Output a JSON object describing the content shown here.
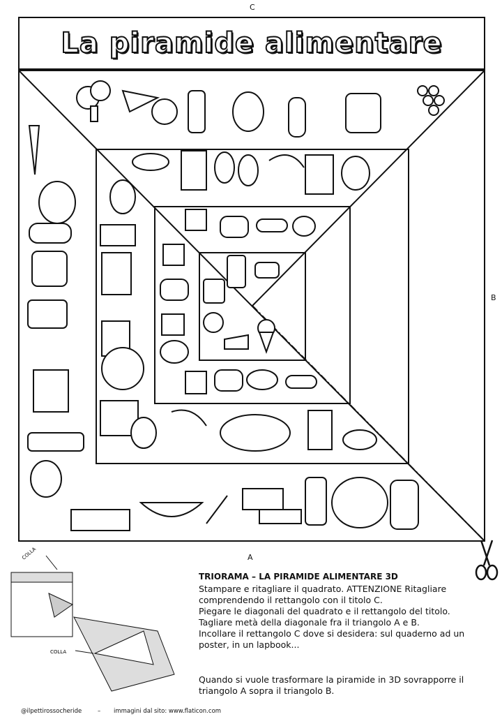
{
  "labels": {
    "top": "C",
    "right": "B",
    "bottom": "A"
  },
  "title": "La piramide alimentare",
  "instructions": {
    "heading": "TRIORAMA – LA PIRAMIDE ALIMENTARE 3D",
    "lines": [
      "Stampare e ritagliare il quadrato. ATTENZIONE Ritagliare",
      "comprendendo il rettangolo con il titolo C.",
      "Piegare le diagonali del quadrato e il rettangolo del titolo.",
      "Tagliare metà della diagonale fra il triangolo A e B.",
      "Incollare il rettangolo C dove si desidera: sul quaderno ad un",
      "poster, in un lapbook..."
    ],
    "note_lines": [
      "Quando si vuole trasformare la piramide in 3D sovrapporre il",
      "triangolo A sopra il triangolo B."
    ]
  },
  "diagram": {
    "glue_top": "COLLA",
    "glue_bottom": "COLLA"
  },
  "footer": {
    "credit": "@ilpettirossocheride",
    "dash": "–",
    "source": "immagini dal sito: www.flaticon.com"
  },
  "icons": [
    "broccoli-icon",
    "carrot-icon",
    "apple-icon",
    "bottle-icon",
    "pineapple-icon",
    "bread-icon",
    "jug-icon",
    "grapes-icon",
    "fish-icon",
    "milk-icon",
    "chicken-leg-icon",
    "shrimp-icon",
    "cheese-icon",
    "egg-icon",
    "burger-icon",
    "hotdog-icon",
    "fries-icon",
    "soda-can-icon",
    "candy-icon",
    "lollipop-icon",
    "cake-icon",
    "ice-cream-icon",
    "steak-icon",
    "roast-chicken-icon",
    "lobster-icon",
    "basket-icon",
    "cabbage-icon",
    "oil-bottle-icon",
    "wheat-icon",
    "scissors-icon"
  ]
}
